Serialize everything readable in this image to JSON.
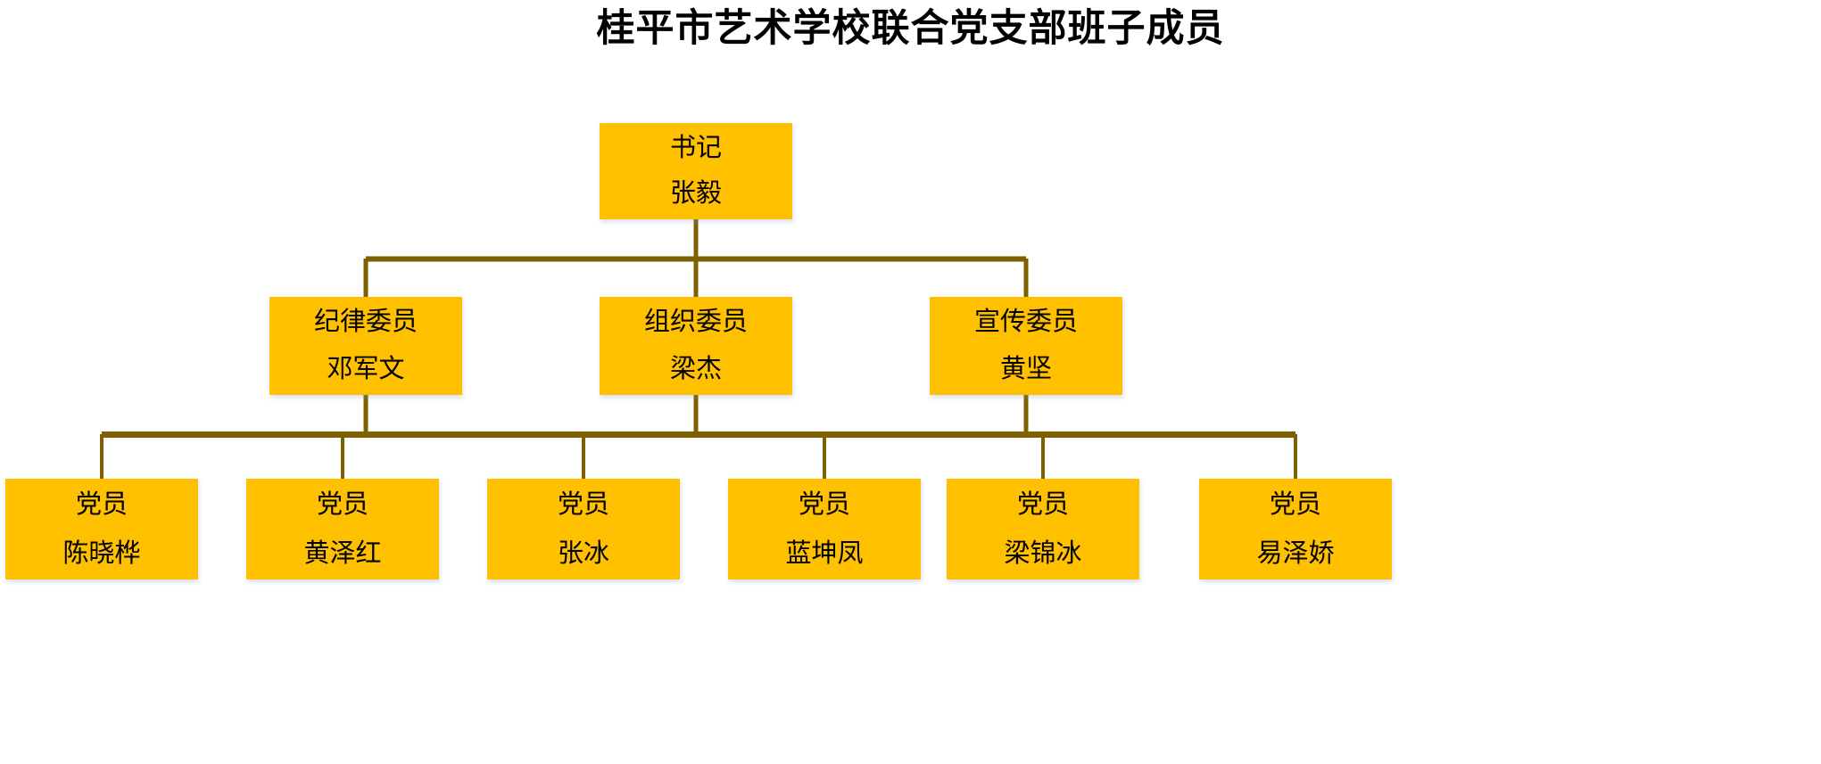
{
  "title": "桂平市艺术学校联合党支部班子成员",
  "colors": {
    "box_fill": "#FFC000",
    "connector": "#7F6000",
    "text": "#000000",
    "background": "#FFFFFF"
  },
  "chart_data": {
    "type": "diagram",
    "diagram_kind": "organization-chart",
    "title": "桂平市艺术学校联合党支部班子成员",
    "levels": 3,
    "nodes": [
      {
        "id": "l1-0",
        "level": 1,
        "role": "书记",
        "person": "张毅",
        "parent": null
      },
      {
        "id": "l2-0",
        "level": 2,
        "role": "纪律委员",
        "person": "邓军文",
        "parent": "l1-0"
      },
      {
        "id": "l2-1",
        "level": 2,
        "role": "组织委员",
        "person": "梁杰",
        "parent": "l1-0"
      },
      {
        "id": "l2-2",
        "level": 2,
        "role": "宣传委员",
        "person": "黄坚",
        "parent": "l1-0"
      },
      {
        "id": "l3-0",
        "level": 3,
        "role": "党员",
        "person": "陈晓桦",
        "parent": "l2-*"
      },
      {
        "id": "l3-1",
        "level": 3,
        "role": "党员",
        "person": "黄泽红",
        "parent": "l2-*"
      },
      {
        "id": "l3-2",
        "level": 3,
        "role": "党员",
        "person": "张冰",
        "parent": "l2-*"
      },
      {
        "id": "l3-3",
        "level": 3,
        "role": "党员",
        "person": "蓝坤凤",
        "parent": "l2-*"
      },
      {
        "id": "l3-4",
        "level": 3,
        "role": "党员",
        "person": "梁锦冰",
        "parent": "l2-*"
      },
      {
        "id": "l3-5",
        "level": 3,
        "role": "党员",
        "person": "易泽娇",
        "parent": "l2-*"
      }
    ]
  },
  "level1": {
    "role": "书记",
    "person": "张毅"
  },
  "level2": [
    {
      "role": "纪律委员",
      "person": "邓军文"
    },
    {
      "role": "组织委员",
      "person": "梁杰"
    },
    {
      "role": "宣传委员",
      "person": "黄坚"
    }
  ],
  "level3": [
    {
      "role": "党员",
      "person": "陈晓桦"
    },
    {
      "role": "党员",
      "person": "黄泽红"
    },
    {
      "role": "党员",
      "person": "张冰"
    },
    {
      "role": "党员",
      "person": "蓝坤凤"
    },
    {
      "role": "党员",
      "person": "梁锦冰"
    },
    {
      "role": "党员",
      "person": "易泽娇"
    }
  ]
}
